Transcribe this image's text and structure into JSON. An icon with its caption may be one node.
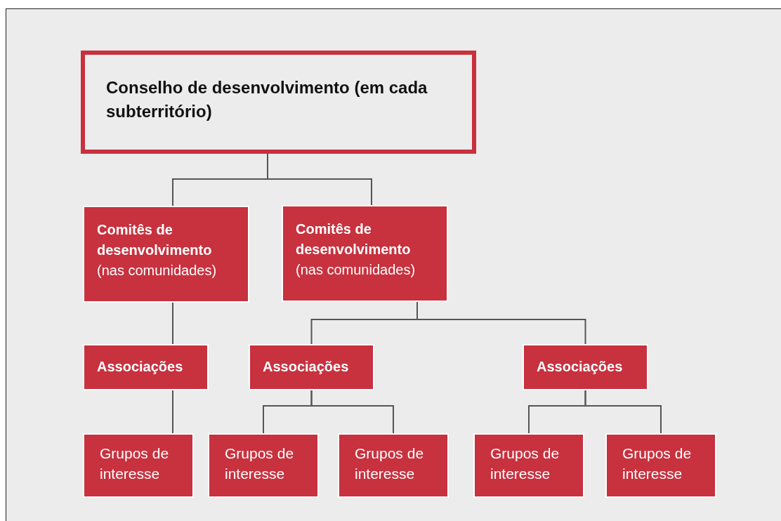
{
  "diagram": {
    "nodes": [
      {
        "text": [
          "Conselho de desenvolvimento (em cada subterritório)"
        ]
      },
      {
        "text": [
          "Comitês de desenvolvimento",
          "(nas comunidades)"
        ]
      },
      {
        "text": [
          "Comitês de desenvolvimento",
          "(nas comunidades)"
        ]
      },
      {
        "text": [
          "Associações"
        ]
      },
      {
        "text": [
          "Associações"
        ]
      },
      {
        "text": [
          "Associações"
        ]
      },
      {
        "text": [
          "Grupos de interesse"
        ]
      },
      {
        "text": [
          "Grupos de interesse"
        ]
      },
      {
        "text": [
          "Grupos de interesse"
        ]
      },
      {
        "text": [
          "Grupos de interesse"
        ]
      },
      {
        "text": [
          "Grupos de interesse"
        ]
      }
    ],
    "edges": [
      {
        "from": 0,
        "to": 1,
        "arrow": "none"
      },
      {
        "from": 0,
        "to": 2,
        "arrow": "none"
      },
      {
        "from": 1,
        "to": 3,
        "arrow": "none"
      },
      {
        "from": 2,
        "to": 4,
        "arrow": "none"
      },
      {
        "from": 2,
        "to": 5,
        "arrow": "none"
      },
      {
        "from": 3,
        "to": 6,
        "arrow": "none"
      },
      {
        "from": 4,
        "to": 7,
        "arrow": "none"
      },
      {
        "from": 4,
        "to": 8,
        "arrow": "none"
      },
      {
        "from": 5,
        "to": 9,
        "arrow": "none"
      },
      {
        "from": 5,
        "to": 10,
        "arrow": "none"
      }
    ]
  }
}
